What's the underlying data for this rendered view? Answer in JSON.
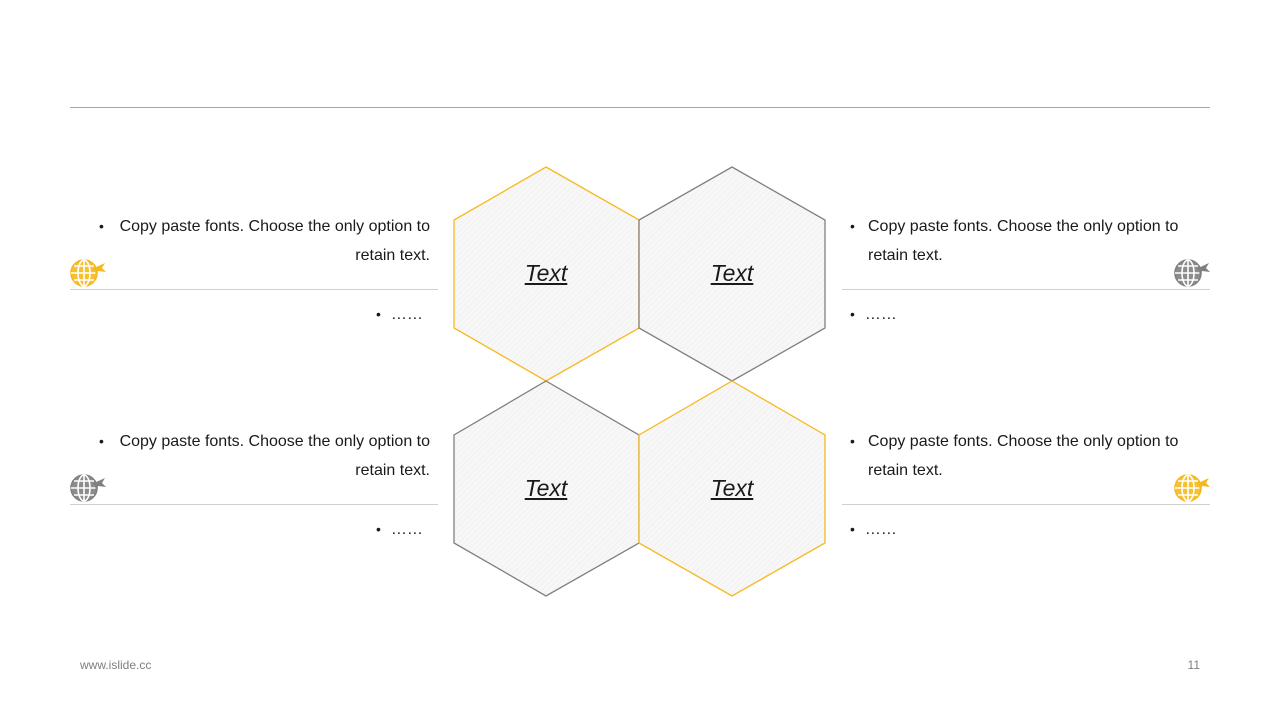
{
  "hexagons": [
    {
      "label": "Text",
      "stroke": "#f6b91d"
    },
    {
      "label": "Text",
      "stroke": "#808080"
    },
    {
      "label": "Text",
      "stroke": "#808080"
    },
    {
      "label": "Text",
      "stroke": "#f6b91d"
    }
  ],
  "blocks": [
    {
      "text": "Copy paste fonts. Choose the only option to retain text.",
      "sub": "……",
      "icon": "globe-plane-icon",
      "icon_color": "#f6b91d"
    },
    {
      "text": "Copy paste fonts. Choose the only option to retain text.",
      "sub": "……",
      "icon": "globe-plane-icon",
      "icon_color": "#808080"
    },
    {
      "text": "Copy paste fonts. Choose the only option to retain text.",
      "sub": "……",
      "icon": "globe-plane-icon",
      "icon_color": "#808080"
    },
    {
      "text": "Copy paste fonts. Choose the only option to retain text.",
      "sub": "……",
      "icon": "globe-plane-icon",
      "icon_color": "#f6b91d"
    }
  ],
  "footer": {
    "url": "www.islide.cc",
    "page": "11"
  }
}
